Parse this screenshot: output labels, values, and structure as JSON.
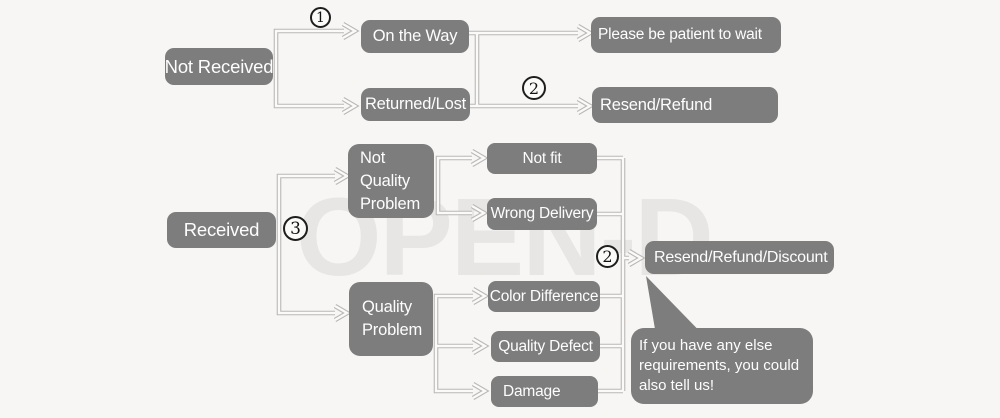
{
  "palette": {
    "background": "#f7f6f4",
    "node_fill": "#7d7d7d",
    "node_text": "#fdfdfd",
    "connector": "#b9b8b6",
    "watermark_text": "#e7e6e4",
    "step_circle_border": "#1e1e1e"
  },
  "watermark": {
    "text": "OPEN-D"
  },
  "steps": {
    "s1": "1",
    "s2": "2",
    "s3": "3"
  },
  "nodes": {
    "not_received": "Not Received",
    "on_the_way": "On the Way",
    "returned_lost": "Returned/Lost",
    "please_wait": "Please be patient to wait",
    "resend_refund": "Resend/Refund",
    "received": "Received",
    "not_quality_problem": "Not Quality Problem",
    "quality_problem": "Quality Problem",
    "not_fit": "Not fit",
    "wrong_delivery": "Wrong Delivery",
    "color_difference": "Color Difference",
    "quality_defect": "Quality Defect",
    "damage": "Damage",
    "resend_refund_discount": "Resend/Refund/Discount"
  },
  "note": {
    "line1": "If you have any else",
    "line2": "requirements, you could",
    "line3": "also tell us!"
  },
  "edges": [
    {
      "from": "Not Received",
      "to": "On the Way",
      "step": "1"
    },
    {
      "from": "Not Received",
      "to": "Returned/Lost",
      "step": "1"
    },
    {
      "from": "On the Way",
      "to": "Please be patient to wait"
    },
    {
      "from": "Returned/Lost",
      "to": "Resend/Refund",
      "step": "2"
    },
    {
      "from": "Received",
      "to": "Not Quality Problem",
      "step": "3"
    },
    {
      "from": "Received",
      "to": "Quality Problem",
      "step": "3"
    },
    {
      "from": "Not Quality Problem",
      "to": "Not fit"
    },
    {
      "from": "Not Quality Problem",
      "to": "Wrong Delivery"
    },
    {
      "from": "Quality Problem",
      "to": "Color Difference"
    },
    {
      "from": "Quality Problem",
      "to": "Quality Defect"
    },
    {
      "from": "Quality Problem",
      "to": "Damage"
    },
    {
      "from": "Not fit",
      "to": "Resend/Refund/Discount",
      "step": "2"
    },
    {
      "from": "Wrong Delivery",
      "to": "Resend/Refund/Discount",
      "step": "2"
    },
    {
      "from": "Color Difference",
      "to": "Resend/Refund/Discount",
      "step": "2"
    },
    {
      "from": "Quality Defect",
      "to": "Resend/Refund/Discount",
      "step": "2"
    },
    {
      "from": "Damage",
      "to": "Resend/Refund/Discount",
      "step": "2"
    }
  ]
}
